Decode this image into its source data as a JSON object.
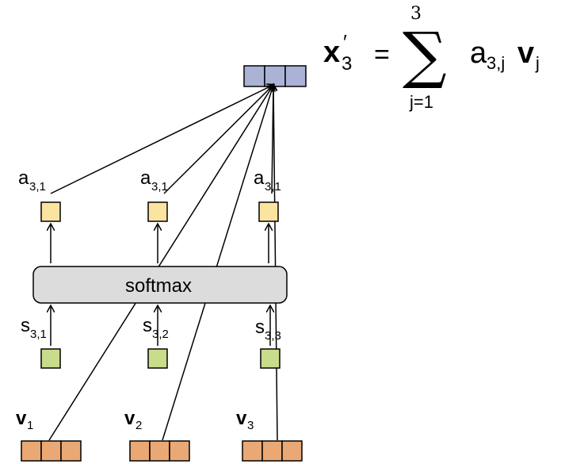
{
  "formula": {
    "lhs_var": "x",
    "lhs_prime": "′",
    "lhs_sub": "3",
    "equals": "=",
    "sum_symbol": "∑",
    "upper": "3",
    "lower": "j=1",
    "term_a": "a",
    "term_a_sub": "3,j",
    "term_v": "v",
    "term_v_sub": "j"
  },
  "softmax": {
    "label": "softmax"
  },
  "attention_labels": [
    {
      "base": "a",
      "sub": "3,1"
    },
    {
      "base": "a",
      "sub": "3,1"
    },
    {
      "base": "a",
      "sub": "3,1"
    }
  ],
  "score_labels": [
    {
      "base": "s",
      "sub": "3,1"
    },
    {
      "base": "s",
      "sub": "3,2"
    },
    {
      "base": "s",
      "sub": "3,3"
    }
  ],
  "value_labels": [
    {
      "base": "v",
      "sub": "1"
    },
    {
      "base": "v",
      "sub": "2"
    },
    {
      "base": "v",
      "sub": "3"
    }
  ],
  "colors": {
    "output_vector": "#aab3d6",
    "attention_box": "#fbe3a0",
    "score_box": "#c8dc8c",
    "value_vector": "#eaa874",
    "softmax_fill": "#dcdcdc",
    "stroke": "#000000"
  }
}
